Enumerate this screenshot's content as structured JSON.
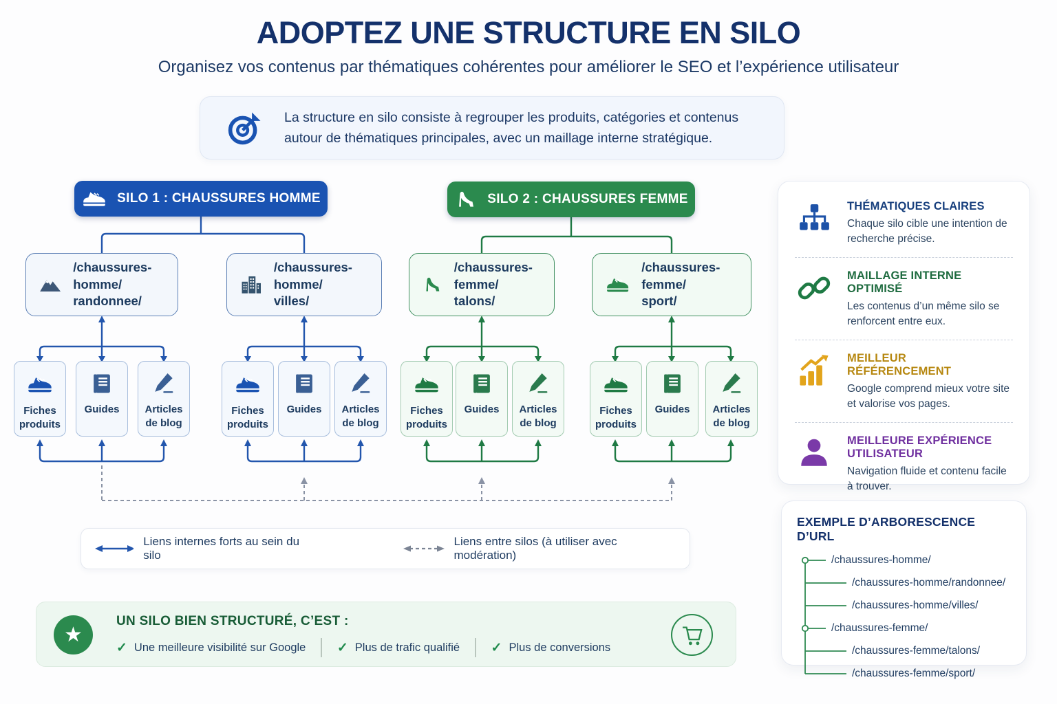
{
  "title": "ADOPTEZ UNE STRUCTURE EN SILO",
  "subtitle": "Organisez vos contenus par thématiques cohérentes pour améliorer le SEO et l’expérience utilisateur",
  "intro": {
    "text": "La structure en silo consiste à regrouper les produits, catégories et contenus autour de thématiques principales, avec un maillage interne stratégique.",
    "icon": "target-icon"
  },
  "silos": [
    {
      "label": "SILO 1 : CHAUSSURES HOMME",
      "icon": "sneaker-icon",
      "color": "#1a53b2",
      "categories": [
        {
          "url_line1": "/chaussures-homme/",
          "url_line2": "randonnee/",
          "icon": "mountain-icon"
        },
        {
          "url_line1": "/chaussures-homme/",
          "url_line2": "villes/",
          "icon": "buildings-icon"
        }
      ]
    },
    {
      "label": "SILO 2 : CHAUSSURES FEMME",
      "icon": "heel-icon",
      "color": "#2b8a4e",
      "categories": [
        {
          "url_line1": "/chaussures-femme/",
          "url_line2": "talons/",
          "icon": "heel-icon"
        },
        {
          "url_line1": "/chaussures-femme/",
          "url_line2": "sport/",
          "icon": "sneaker-icon"
        }
      ]
    }
  ],
  "leaf_types": [
    {
      "line1": "Fiches",
      "line2": "produits",
      "icon": "sneaker-icon"
    },
    {
      "line1": "Guides",
      "line2": "",
      "icon": "book-icon"
    },
    {
      "line1": "Articles",
      "line2": "de blog",
      "icon": "pencil-icon"
    }
  ],
  "benefits": [
    {
      "heading": "THÉMATIQUES CLAIRES",
      "text": "Chaque silo cible une intention de recherche précise.",
      "icon": "sitemap-icon",
      "heading_color": "#173f7d"
    },
    {
      "heading": "MAILLAGE INTERNE OPTIMISÉ",
      "text": "Les contenus d’un même silo se renforcent entre eux.",
      "icon": "link-icon",
      "heading_color": "#1e6b3f"
    },
    {
      "heading": "MEILLEUR RÉFÉRENCEMENT",
      "text": "Google comprend mieux votre site et valorise vos pages.",
      "icon": "chart-up-icon",
      "heading_color": "#b6870f"
    },
    {
      "heading": "MEILLEURE EXPÉRIENCE UTILISATEUR",
      "text": "Navigation fluide et contenu facile à trouver.",
      "icon": "user-icon",
      "heading_color": "#6f2f9f"
    }
  ],
  "legend": {
    "solid_label": "Liens internes forts au sein du silo",
    "dashed_label": "Liens entre silos (à utiliser avec modération)"
  },
  "summary": {
    "title": "UN SILO BIEN STRUCTURÉ, C’EST :",
    "items": [
      "Une meilleure visibilité sur Google",
      "Plus de trafic qualifié",
      "Plus de conversions"
    ],
    "left_icon": "star-icon",
    "right_icon": "cart-icon",
    "star_glyph": "★",
    "check_glyph": "✓"
  },
  "url_tree": {
    "title": "EXEMPLE D’ARBORESCENCE D’URL",
    "items": [
      {
        "label": "/chaussures-homme/",
        "level": 0
      },
      {
        "label": "/chaussures-homme/randonnee/",
        "level": 1
      },
      {
        "label": "/chaussures-homme/villes/",
        "level": 1
      },
      {
        "label": "/chaussures-femme/",
        "level": 0
      },
      {
        "label": "/chaussures-femme/talons/",
        "level": 1
      },
      {
        "label": "/chaussures-femme/sport/",
        "level": 1
      }
    ]
  },
  "colors": {
    "silo-blue": "#1a53b2",
    "silo-green": "#2b8a4e",
    "navy": "#15325f",
    "gold": "#b6870f",
    "gold-icon": "#e2a41c",
    "purple": "#6f2f9f",
    "purple-icon": "#7a3aa8",
    "dash": "#8a93a5",
    "line-blue": "#2356ad",
    "line-green": "#1f7a44"
  }
}
